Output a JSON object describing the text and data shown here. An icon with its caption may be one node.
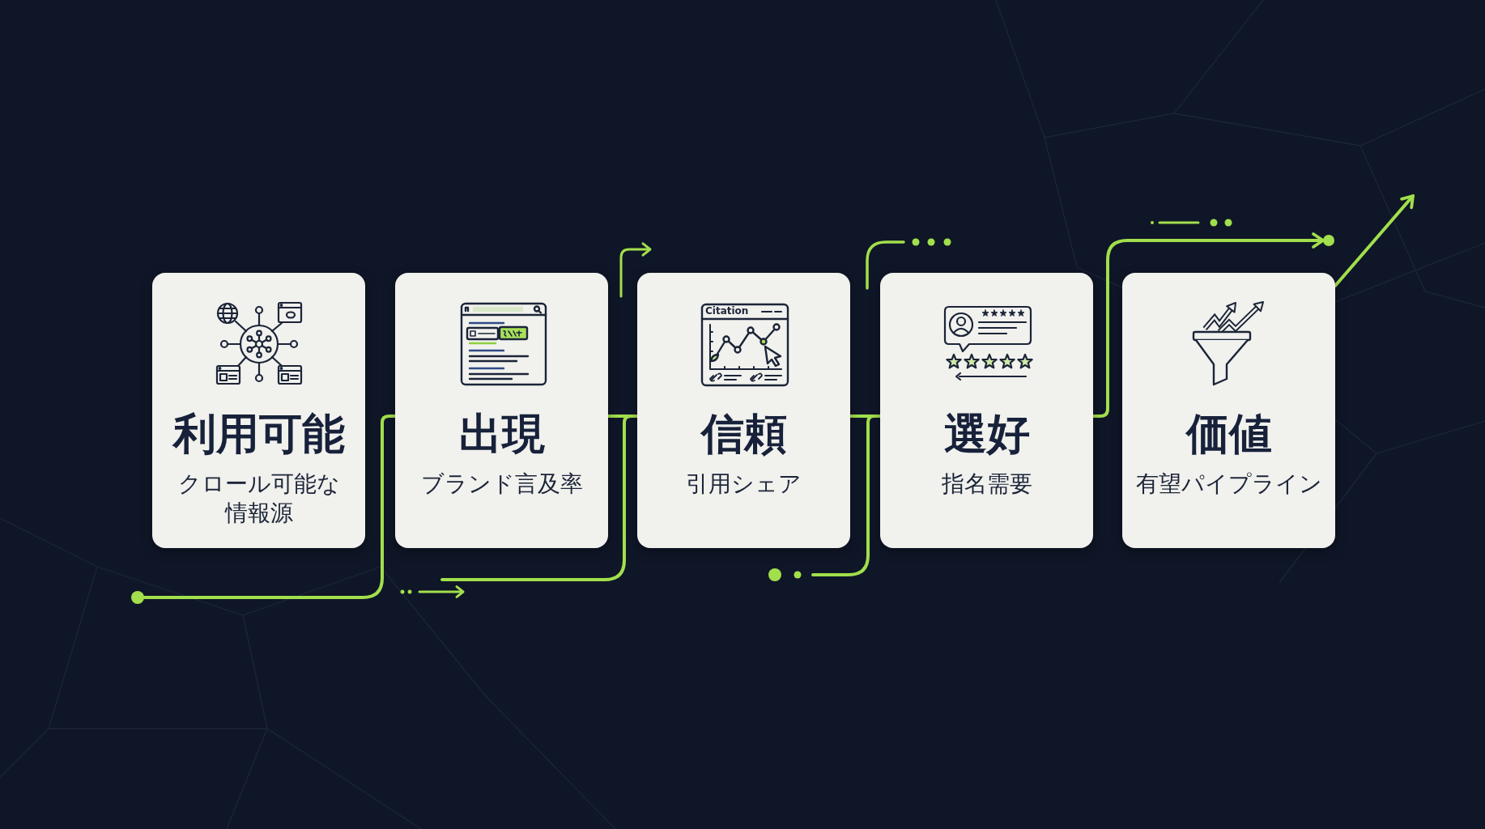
{
  "diagram": {
    "nodes": [
      {
        "text": [
          "利用可能",
          "クロール可能な情報源"
        ]
      },
      {
        "text": [
          "出現",
          "ブランド言及率"
        ]
      },
      {
        "text": [
          "信頼",
          "引用シェア"
        ]
      },
      {
        "text": [
          "選好",
          "指名需要"
        ]
      },
      {
        "text": [
          "価値",
          "有望パイプライン"
        ]
      },
      {
        "text": [],
        "shape": "circle"
      }
    ],
    "edges": [
      {
        "from": null,
        "to": 1,
        "arrow": "other"
      },
      {
        "from": 1,
        "to": 2,
        "arrow": "none"
      },
      {
        "from": 2,
        "to": null,
        "arrow": "none"
      },
      {
        "from": 2,
        "to": 3,
        "arrow": "none"
      },
      {
        "from": 3,
        "to": null,
        "arrow": "none"
      },
      {
        "from": 3,
        "to": 5,
        "arrow": "to"
      },
      {
        "from": 4,
        "to": null,
        "arrow": "to"
      }
    ],
    "labels": [
      "Citation"
    ]
  }
}
